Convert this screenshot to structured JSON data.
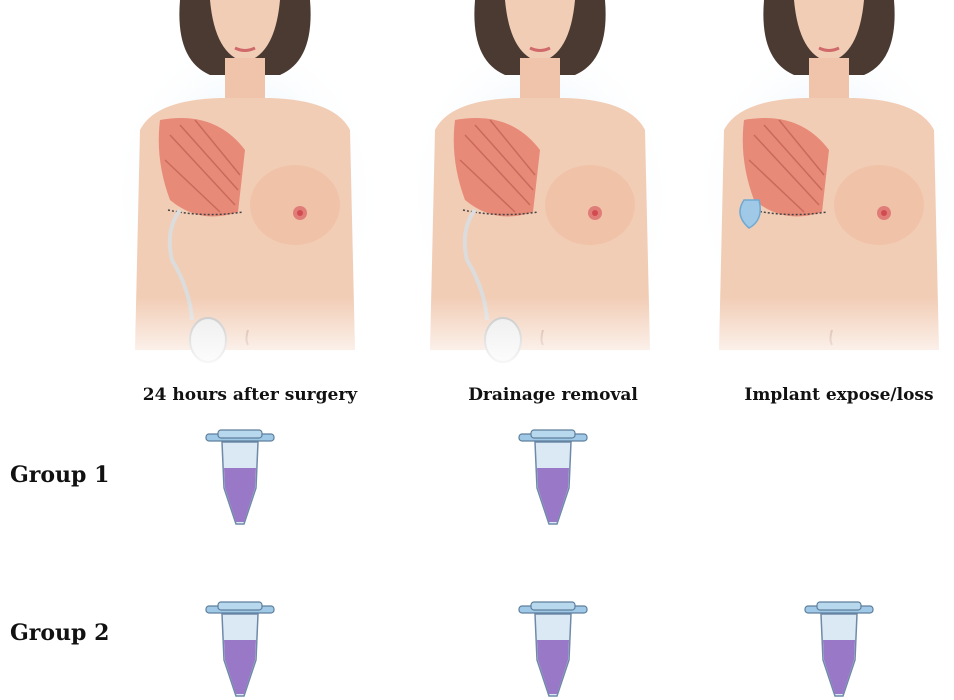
{
  "stages": [
    {
      "label": "24 hours after surgery",
      "drain": true,
      "expander": false
    },
    {
      "label": "Drainage removal",
      "drain": true,
      "expander": false
    },
    {
      "label": "Implant expose/loss",
      "drain": false,
      "expander": true
    }
  ],
  "groups": [
    {
      "label": "Group 1",
      "samples": [
        true,
        true,
        false
      ]
    },
    {
      "label": "Group 2",
      "samples": [
        true,
        true,
        true
      ]
    }
  ],
  "colors": {
    "skin": "#f2cdb6",
    "muscle": "#e88a78",
    "hair": "#4a3a32",
    "tube_liquid": "#9a78c8",
    "tube_cap": "#9fc9e6",
    "glow": "#bfe0f6"
  }
}
